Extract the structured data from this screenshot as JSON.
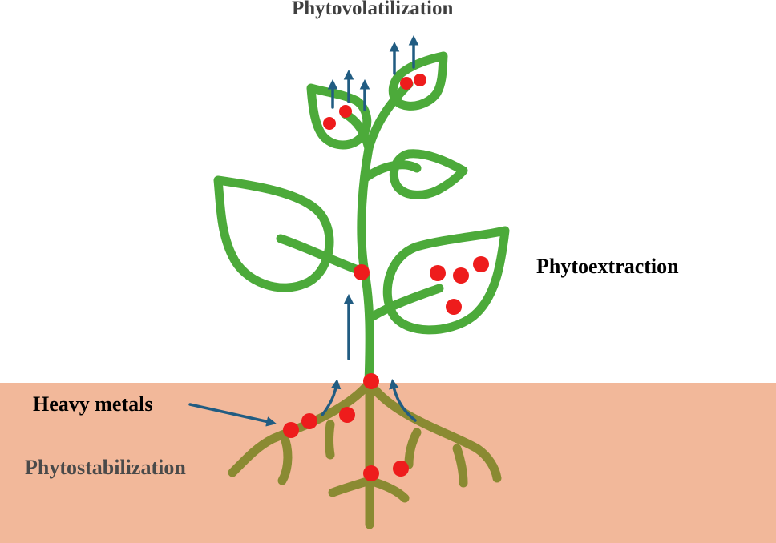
{
  "labels": {
    "phytovolatilization": "Phytovolatilization",
    "phytoextraction": "Phytoextraction",
    "heavy_metals": "Heavy metals",
    "phytostabilization": "Phytostabilization"
  },
  "colors": {
    "soil": "#f2b89a",
    "plant_green": "#4caa3a",
    "root_olive": "#8a8a32",
    "metal_red": "#ee1c1c",
    "arrow_blue": "#215c82",
    "label_gray": "#3f3f3f"
  }
}
